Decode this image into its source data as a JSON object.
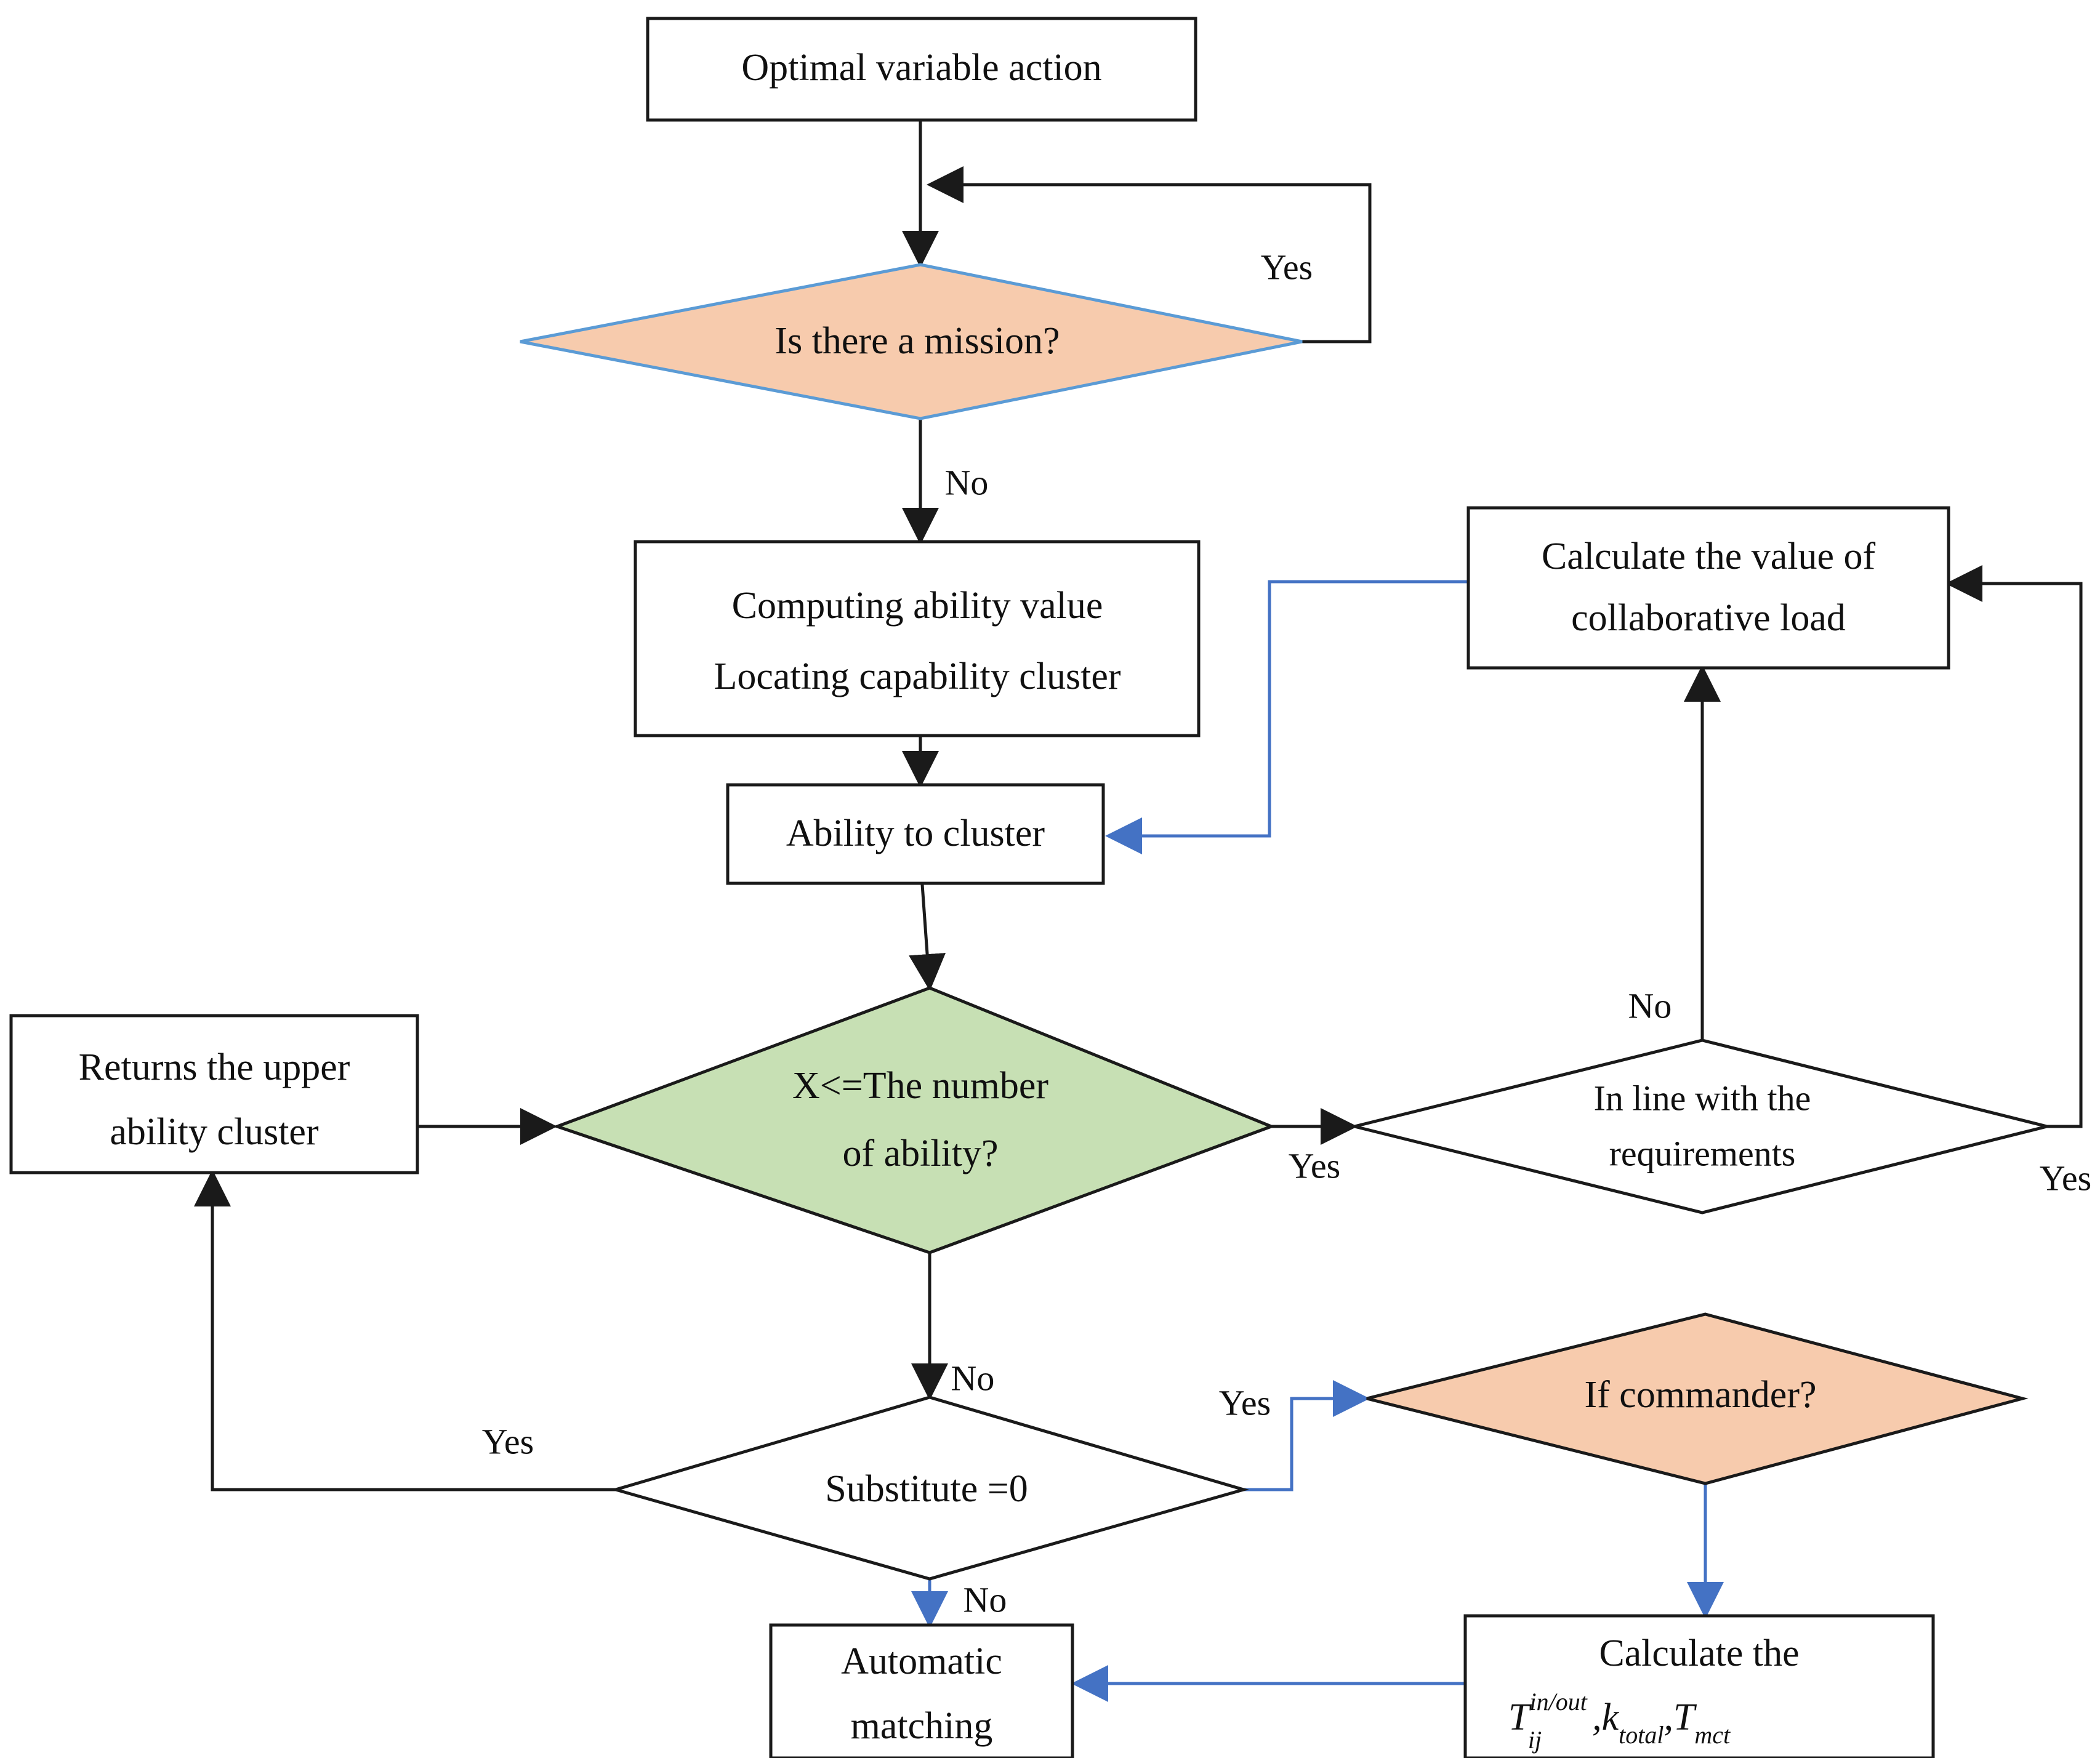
{
  "diagram": {
    "title": "Optimal variable action flowchart",
    "colors": {
      "peach_fill": "#F7CBAD",
      "green_fill": "#C7E0B4",
      "blue_stroke": "#4472C4",
      "black_stroke": "#1a1a1a",
      "white_fill": "#ffffff"
    },
    "nodes": {
      "optimal_variable_action": {
        "label": "Optimal variable action",
        "shape": "process"
      },
      "is_there_a_mission": {
        "label": "Is there a mission?",
        "shape": "decision"
      },
      "computing_ability_line1": {
        "label": "Computing ability value",
        "shape": "process"
      },
      "computing_ability_line2": {
        "label": "Locating capability cluster",
        "shape": "process"
      },
      "ability_to_cluster": {
        "label": "Ability to cluster",
        "shape": "process"
      },
      "calculate_collaborative_line1": {
        "label": "Calculate the value of",
        "shape": "process"
      },
      "calculate_collaborative_line2": {
        "label": "collaborative load",
        "shape": "process"
      },
      "returns_upper_line1": {
        "label": "Returns the upper",
        "shape": "process"
      },
      "returns_upper_line2": {
        "label": "ability cluster",
        "shape": "process"
      },
      "x_le_number_line1": {
        "label": "X<=The number",
        "shape": "decision"
      },
      "x_le_number_line2": {
        "label": "of  ability?",
        "shape": "decision"
      },
      "in_line_with_line1": {
        "label": "In line with the",
        "shape": "decision"
      },
      "in_line_with_line2": {
        "label": "requirements",
        "shape": "decision"
      },
      "substitute_zero": {
        "label": "Substitute =0",
        "shape": "decision"
      },
      "if_commander": {
        "label": "If commander?",
        "shape": "decision"
      },
      "automatic_matching_line1": {
        "label": "Automatic",
        "shape": "process"
      },
      "automatic_matching_line2": {
        "label": "matching",
        "shape": "process"
      },
      "calculate_metrics_line1": {
        "label": "Calculate the",
        "shape": "process"
      },
      "calculate_metrics_formula": {
        "base_t": "T",
        "superscript": "in/out",
        "subscript_ij": "ij",
        "comma1": ",",
        "base_k": "k",
        "subscript_total": "total",
        "comma2": ",",
        "base_t2": "T",
        "subscript_mct": "mct"
      }
    },
    "edge_labels": {
      "mission_yes": "Yes",
      "mission_no": "No",
      "x_yes": "Yes",
      "x_no": "No",
      "requirements_no": "No",
      "requirements_yes": "Yes",
      "substitute_yes_left": "Yes",
      "substitute_yes_right": "Yes",
      "substitute_no": "No"
    }
  }
}
